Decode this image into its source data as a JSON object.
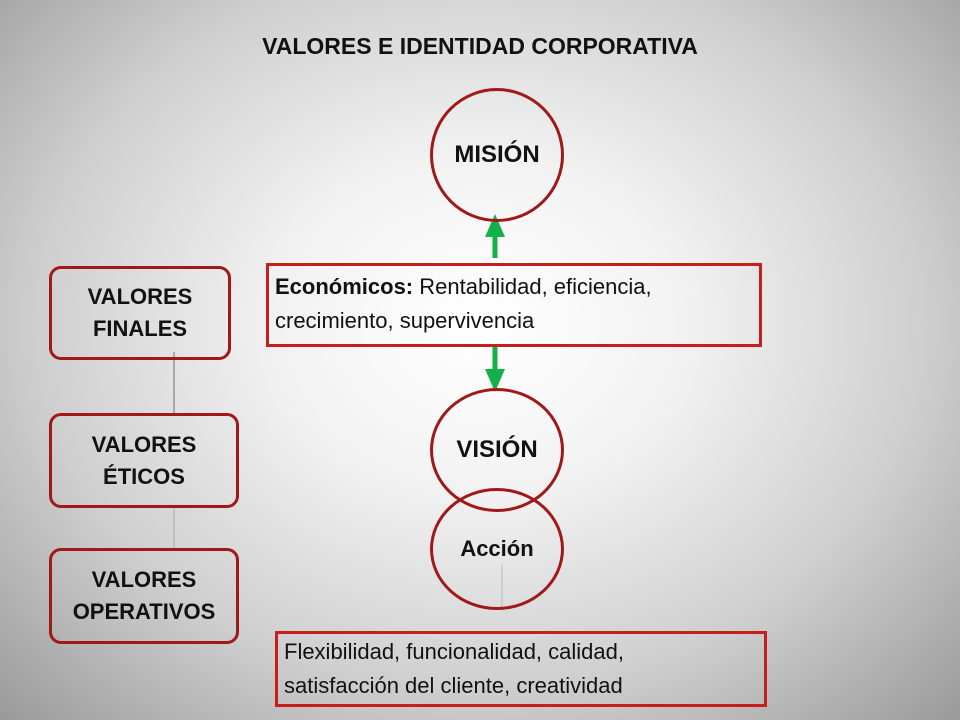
{
  "title": "VALORES E IDENTIDAD CORPORATIVA",
  "circles": {
    "mision": "MISIÓN",
    "vision": "VISIÓN",
    "accion": "Acción"
  },
  "values_boxes": {
    "finales": [
      "VALORES",
      "FINALES"
    ],
    "eticos": [
      "VALORES",
      "ÉTICOS"
    ],
    "operativos": [
      "VALORES",
      "OPERATIVOS"
    ]
  },
  "economicos": {
    "label": "Económicos:",
    "line1": " Rentabilidad, eficiencia,",
    "line2": "crecimiento, supervivencia"
  },
  "operativos_text": {
    "line1": "Flexibilidad, funcionalidad, calidad,",
    "line2": "satisfacción del cliente, creatividad"
  },
  "colors": {
    "border_red": "#a01818",
    "arrow_green": "#14b04a"
  }
}
